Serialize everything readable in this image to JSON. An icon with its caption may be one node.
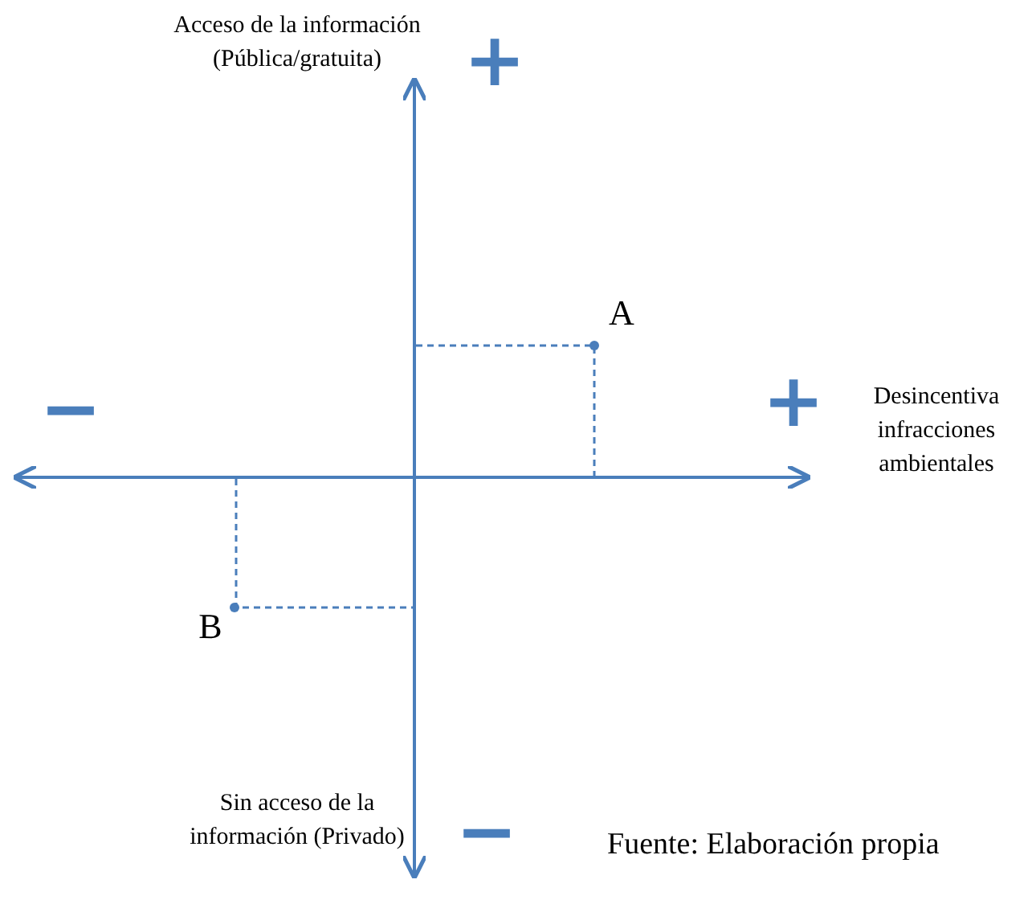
{
  "diagram": {
    "caption": "Fuente: Elaboración propia",
    "labels": [
      "Acceso de la información (Pública/gratuita)",
      "+",
      "A",
      "−",
      "+",
      "Desincentiva infracciones ambientales",
      "B",
      "Sin acceso de la información (Privado)",
      "−"
    ]
  }
}
